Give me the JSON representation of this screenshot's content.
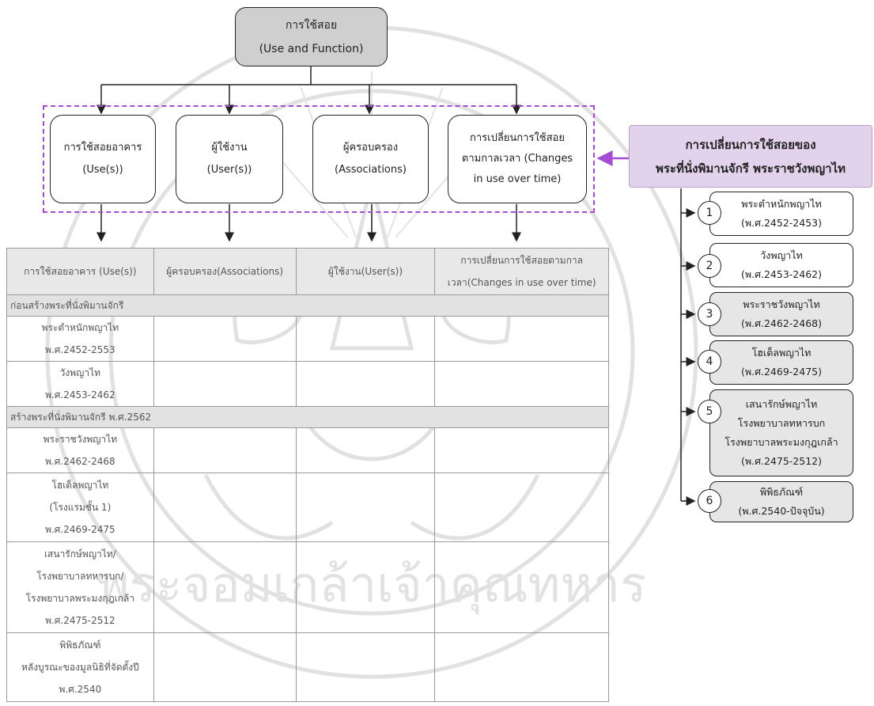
{
  "root": {
    "line1": "การใช้สอย",
    "line2": "(Use and Function)"
  },
  "categories": [
    {
      "line1": "การใช้สอยอาคาร",
      "line2": "(Use(s))"
    },
    {
      "line1": "ผู้ใช้งาน",
      "line2": "(User(s))"
    },
    {
      "line1": "ผู้ครอบครอง",
      "line2": "(Associations)"
    },
    {
      "line1": "การเปลี่ยนการใช้สอย",
      "line2": "ตามกาลเวลา (Changes",
      "line3": "in use over time)"
    }
  ],
  "side_title": {
    "line1": "การเปลี่ยนการใช้สอยของ",
    "line2": "พระที่นั่งพิมานจักรี พระราชวังพญาไท"
  },
  "timeline": [
    {
      "num": "1",
      "lines": [
        "พระตำหนักพญาไท",
        "(พ.ศ.2452-2453)"
      ]
    },
    {
      "num": "2",
      "lines": [
        "วังพญาไท",
        "(พ.ศ.2453-2462)"
      ]
    },
    {
      "num": "3",
      "lines": [
        "พระราชวังพญาไท",
        "(พ.ศ.2462-2468)"
      ]
    },
    {
      "num": "4",
      "lines": [
        "โฮเต็ลพญาไท",
        "(พ.ศ.2469-2475)"
      ]
    },
    {
      "num": "5",
      "lines": [
        "เสนารักษ์พญาไท",
        "โรงพยาบาลทหารบก",
        "โรงพยาบาลพระมงกุฎเกล้า",
        "(พ.ศ.2475-2512)"
      ]
    },
    {
      "num": "6",
      "lines": [
        "พิพิธภัณฑ์",
        "(พ.ศ.2540-ปัจจุบัน)"
      ]
    }
  ],
  "table": {
    "headers": [
      {
        "line1": "การใช้สอยอาคาร (Use(s))"
      },
      {
        "line1": "ผู้ครอบครอง",
        "line2": "(Associations)"
      },
      {
        "line1": "ผู้ใช้งาน",
        "line2": "(User(s))"
      },
      {
        "line1": "การเปลี่ยนการใช้สอยตามกาลเวลา",
        "line2": "(Changes in use over time)"
      }
    ],
    "section1": "ก่อนสร้างพระที่นั่งพิมานจักรี",
    "rows_a": [
      [
        "พระตำหนักพญาไท",
        "พ.ศ.2452-2553"
      ],
      [
        "วังพญาไท",
        "พ.ศ.2453-2462"
      ]
    ],
    "section2": "สร้างพระที่นั่งพิมานจักรี พ.ศ.2562",
    "rows_b": [
      [
        "พระราชวังพญาไท",
        "พ.ศ.2462-2468"
      ],
      [
        "โฮเต็ลพญาไท",
        "(โรงแรมชั้น 1)",
        "พ.ศ.2469-2475"
      ],
      [
        "เสนารักษ์พญาไท/",
        "โรงพยาบาลทหารบก/",
        "โรงพยาบาลพระมงกุฎเกล้า",
        "พ.ศ.2475-2512"
      ],
      [
        "พิพิธภัณฑ์",
        "หลังบูรณะของมูลนิธิที่จัดตั้งปี",
        "พ.ศ.2540"
      ]
    ]
  },
  "watermark_text": "พระจอมเกล้าเจ้าคุณทหาร",
  "colors": {
    "accent_purple": "#a64bd6",
    "side_fill": "#e2d2ec",
    "root_fill": "#cfcfcf"
  }
}
